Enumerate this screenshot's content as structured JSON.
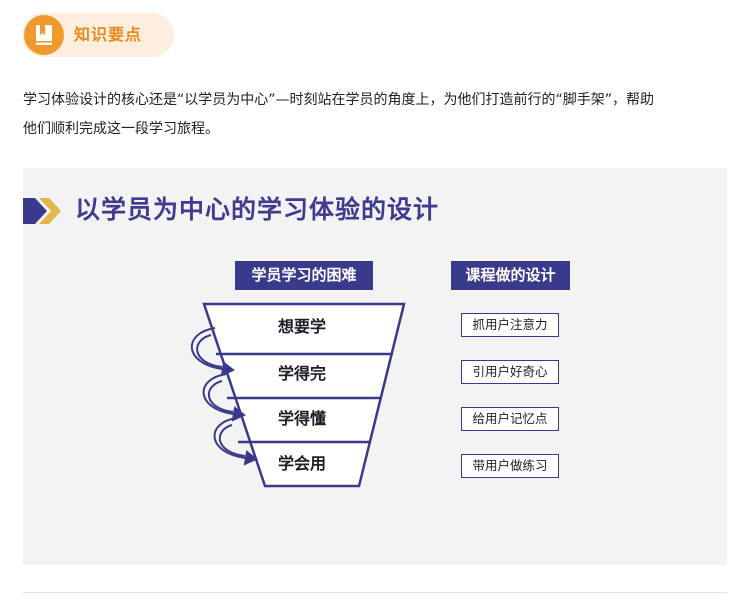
{
  "badge": {
    "label": "知识要点",
    "icon": "bookmark-book-icon",
    "accent": "#f09a2e"
  },
  "intro": {
    "line1": "学习体验设计的核心还是“以学员为中心”—时刻站在学员的角度上，为他们打造前行的“脚手架”，帮助",
    "line2": "他们顺利完成这一段学习旅程。"
  },
  "diagram": {
    "title": "以学员为中心的学习体验的设计",
    "left_header": "学员学习的困难",
    "right_header": "课程做的设计",
    "tiers": [
      "想要学",
      "学得完",
      "学得懂",
      "学会用"
    ],
    "designs": [
      "抓用户注意力",
      "引用户好奇心",
      "给用户记忆点",
      "带用户做练习"
    ],
    "colors": {
      "navy": "#3a3a8c",
      "gold": "#e2b84a"
    }
  }
}
